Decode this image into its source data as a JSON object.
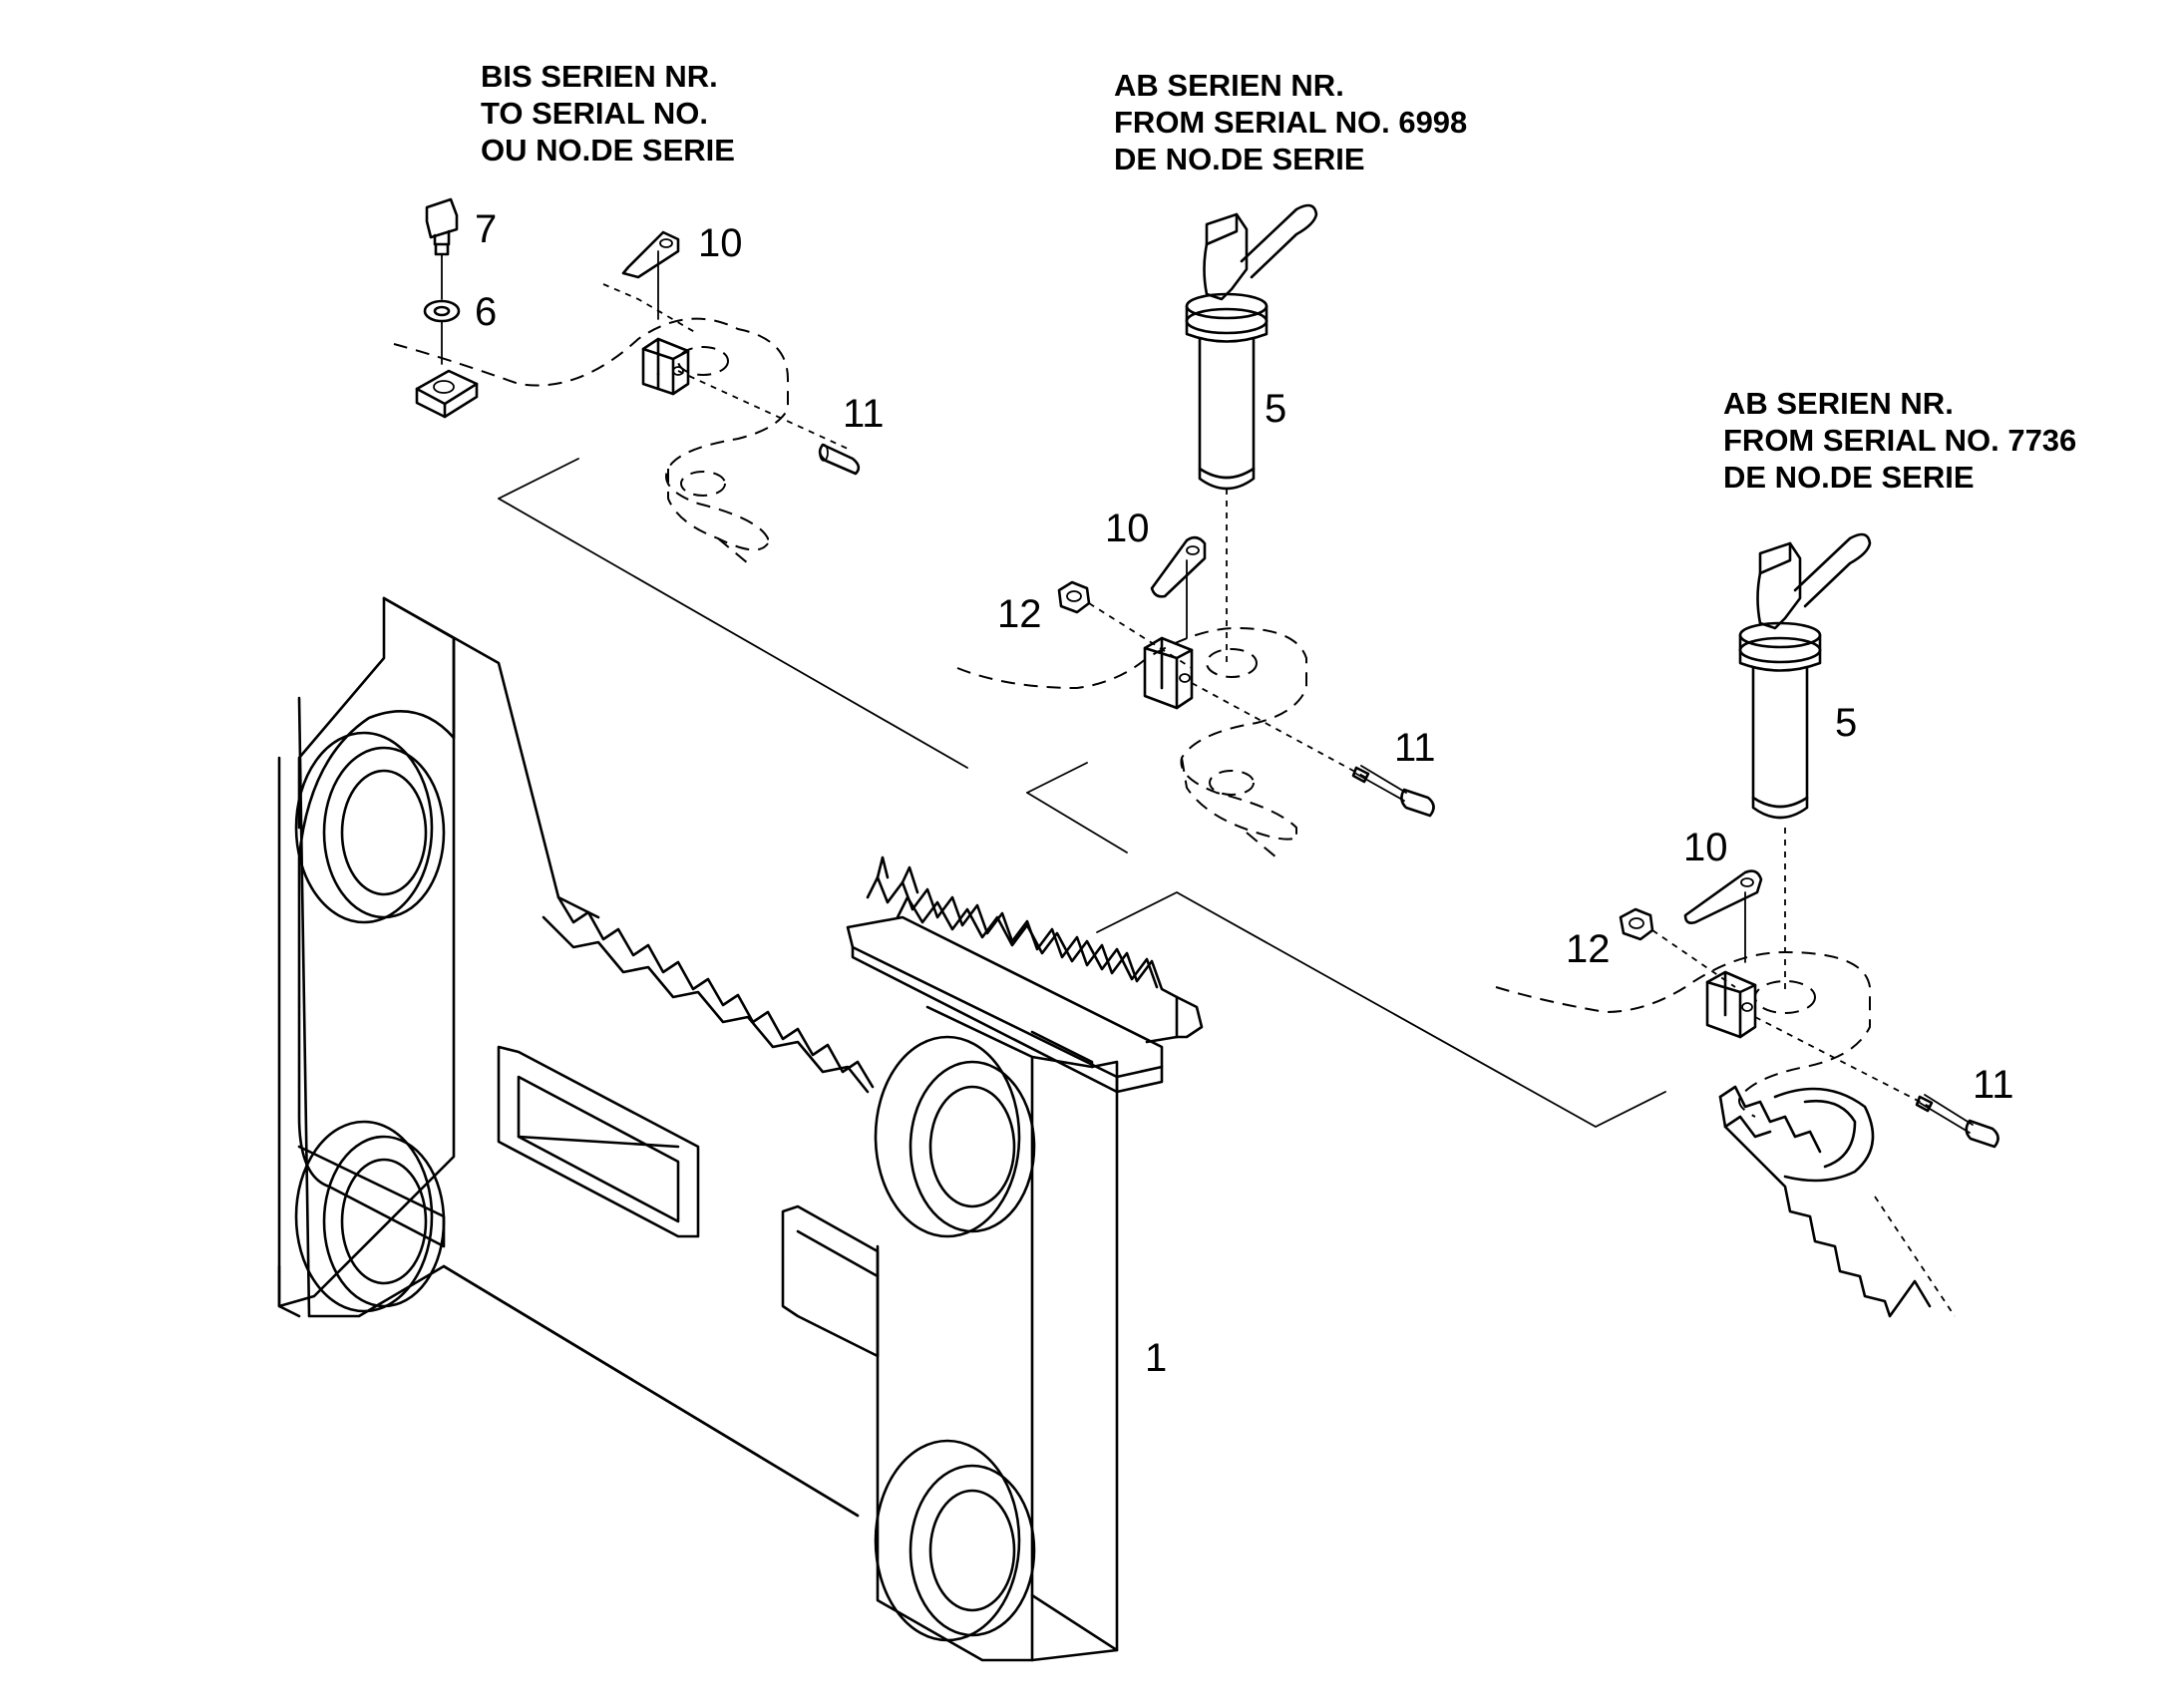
{
  "notes": {
    "left": {
      "line1": "BIS SERIEN NR.",
      "line2": "TO SERIAL NO.",
      "line3": "OU NO.DE SERIE"
    },
    "middle": {
      "line1": "AB SERIEN NR.",
      "line2": "FROM SERIAL NO. 6998",
      "line3": "DE NO.DE SERIE"
    },
    "right": {
      "line1": "AB SERIEN NR.",
      "line2": "FROM SERIAL NO.  7736",
      "line3": "DE NO.DE SERIE"
    }
  },
  "callouts": {
    "c7": "7",
    "c6": "6",
    "c10_left": "10",
    "c11_left": "11",
    "c5_mid": "5",
    "c10_mid": "10",
    "c12_mid": "12",
    "c11_mid": "11",
    "c5_right": "5",
    "c10_right": "10",
    "c12_right": "12",
    "c11_right": "11",
    "c1": "1"
  }
}
